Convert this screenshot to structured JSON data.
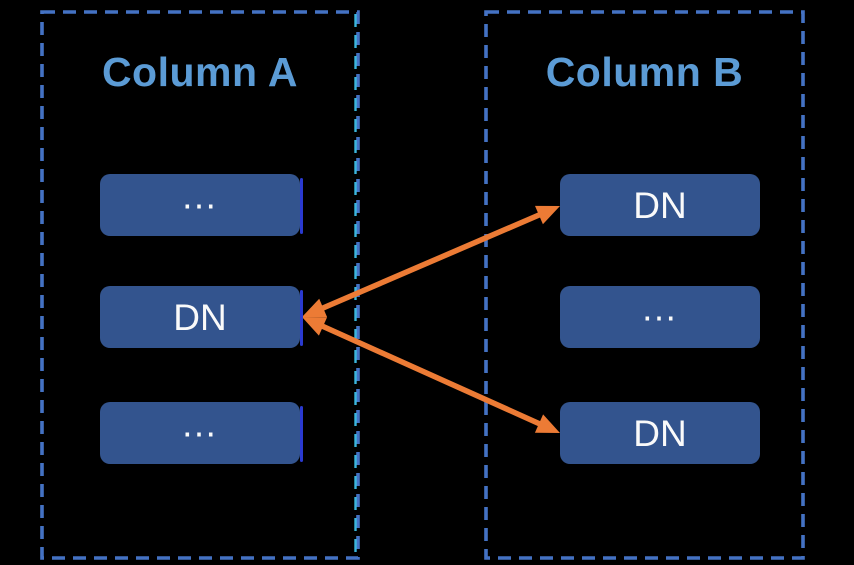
{
  "colors": {
    "bg": "#000000",
    "border": "#4472C4",
    "border_accent": "#3FC0E8",
    "title": "#5B9BD5",
    "box_fill": "#33548E",
    "box_edge": "#2A3AD0",
    "arrow": "#EC7B35",
    "label": "#FAFAFA"
  },
  "columns": [
    {
      "title": "Column A",
      "boxes": [
        {
          "label": "…"
        },
        {
          "label": "DN"
        },
        {
          "label": "…"
        }
      ]
    },
    {
      "title": "Column B",
      "boxes": [
        {
          "label": "DN"
        },
        {
          "label": "…"
        },
        {
          "label": "DN"
        }
      ]
    }
  ],
  "arrows": [
    {
      "from": "Column A / DN",
      "to": "Column B / DN (top)",
      "style": "bidirectional"
    },
    {
      "from": "Column A / DN",
      "to": "Column B / DN (bottom)",
      "style": "bidirectional"
    }
  ]
}
